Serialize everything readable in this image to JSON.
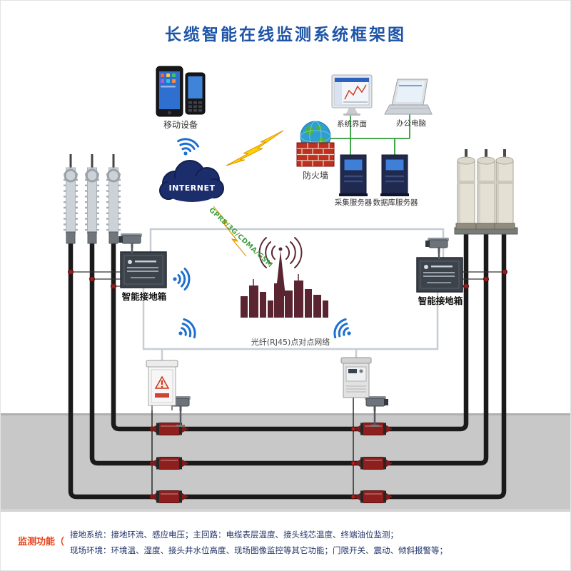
{
  "title": "长缆智能在线监测系统框架图",
  "labels": {
    "mobile": "移动设备",
    "internet": "INTERNET",
    "firewall": "防火墙",
    "system_ui": "系统界面",
    "office_pc": "办公电脑",
    "collect_server": "采集服务器",
    "db_server": "数据库服务器",
    "wireless": "GPRS/3G/CDMA/GSM",
    "left_ground_box": "智能接地箱",
    "right_ground_box": "智能接地箱",
    "fiber_link": "光纤(RJ45)点对点网络"
  },
  "footer": {
    "heading": "监测功能（",
    "line1": "接地系统：接地环流、感应电压；主回路：电缆表层温度、接头线芯温度、终端油位监测；",
    "line2": "现场环境：环境温、湿度、接头井水位高度、现场图像监控等其它功能；门限开关、震动、倾斜报警等；"
  },
  "colors": {
    "title_blue": "#1e55a8",
    "wifi_blue": "#1d6fd1",
    "cloud_navy": "#1c2d6b",
    "lightning_yellow": "#ffd400",
    "lan_green": "#2e9e38",
    "city_maroon": "#5a2531",
    "cable_joint_red": "#8e1f1f",
    "footer_navy": "#233569",
    "footer_red": "#e8421c"
  }
}
